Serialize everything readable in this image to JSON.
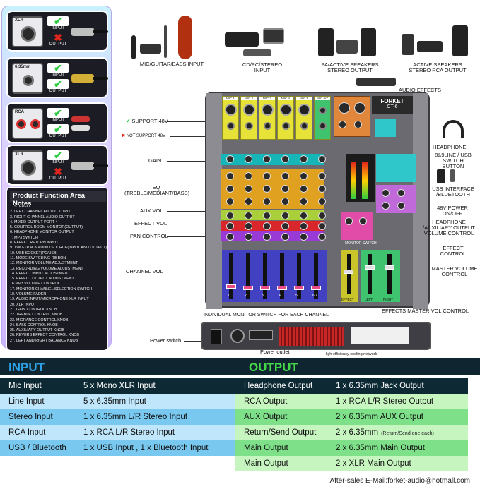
{
  "colors": {
    "input_title": "#2ea0e6",
    "output_title": "#45d94a",
    "spec_header_bg": "#0f2530",
    "row_dark": "#0d2a34",
    "row_blue_light": "#bfe6fa",
    "row_blue_mid": "#78c8f0",
    "row_green_light": "#c6f5c0",
    "row_green_mid": "#7fe08a"
  },
  "sidebar": {
    "connectors": [
      {
        "icon": "xlr-female-connector",
        "tag": "XLR",
        "input_label": "INPUT",
        "output_label": "OUTPUT",
        "input": true,
        "output": false
      },
      {
        "icon": "jack-6-35mm-connector",
        "tag": "6.35mm",
        "input_label": "INPUT",
        "output_label": "OUTPUT",
        "input": true,
        "output": true
      },
      {
        "icon": "rca-connector",
        "tag": "RCA",
        "input_label": "INPUT",
        "output_label": "OUTPUT",
        "input": true,
        "output": true
      },
      {
        "icon": "xlr-male-connector",
        "tag": "XLR",
        "input_label": "INPUT",
        "output_label": "OUTPUT",
        "input": true,
        "output": false
      }
    ],
    "notes_title": "Product Function Area Notes",
    "notes": [
      "1. STEREO",
      "2. LEFT CHANNEL AUDIO OUTPUT",
      "3. RIGHT CHANNEL AUDIO OUTPUT",
      "4. MIXED OUTPUT PORT 4",
      "5. CONTROL ROOM MONITOR(OUTPUT)",
      "6. HEADPHONE MONITOR OUTPUT",
      "7. MP3 SWITCH",
      "8. EFFECT RETURN INPUT",
      "9. TWO-TRACK AUDIO SOURCE(INPUT AND OUTPUT)",
      "10. USB SOCKET(PC/USB)",
      "11. MODE SWITCHING RIBBON",
      "12. MONITOR VOLUME ADJUSTMENT",
      "13. RECORDING VOLUME ADJUSTMENT",
      "14. EFFECT INPUT ADJUSTMENT",
      "15. EFFECT OUTPUT ADJUSTMENT",
      "16.MP3 VOLUME CONTROL",
      "17. MONITOR CHANNEL SELECTION SWITCH",
      "18. VOLUME FADER",
      "19. AUDIO INPUT/MICROPHONE XLR INPUT",
      "20. XLR INPUT",
      "21. GAIN CONTROL KNOB",
      "22. TREBLE CONTROL KNOB",
      "23. MIDRANGE CONTROL KNOB",
      "24. BASS CONTROL KNOB",
      "25. AUXILIARY OUTPUT KNOB",
      "26. REVERB EFFECT CONTROL KNOB",
      "27. LEFT AND RIGHT BALANCE KNOB"
    ]
  },
  "top_labels": {
    "mic_guitar": "MIC/GUITAR/BASS INPUT",
    "cd_pc": "CD/PC/STEREO\nINPUT",
    "pa_active": "PA/ACTIVE SPEAKERS\nSTEREO OUTPUT",
    "active_rca": "ACTIVE SPEAKERS\nSTEREO RCA OUTPUT",
    "audio_effects": "AUDIO EFFECTS"
  },
  "left_callouts": {
    "support_48v": "SUPPORT 48V",
    "not_support_48v": "NOT SUPPORT 48V",
    "gain": "GAIN",
    "eq": "EQ\n(TREBLE/MEDIANT/BASS)",
    "aux_vol": "AUX VOL",
    "effect_vol": "EFFECT VOL",
    "pan_control": "PAN CONTROL",
    "channel_vol": "CHANNEL VOL",
    "power_switch": "Power switch"
  },
  "right_callouts": {
    "headphone": "HEADPHONE",
    "line_usb": "8&9LINE / USB\nSWITCH BUTTON",
    "usb_bt": "USB INTERFACE\n/BLUETOOTH",
    "power_48v": "48V POWER\nON/OFF",
    "headphone_aux": "HEADPHONE\n/AUXILIARY OUTPUT\nVOLUME CONTROL",
    "effect_control": "EFFECT\nCONTROL",
    "master_volume": "MASTER VOLUME\nCONTROL",
    "effects_master": "EFFECTS MASTER VOL CONTROL"
  },
  "mixer": {
    "brand": "FORKET",
    "model": "CT-6",
    "mic_tags": [
      "MIC 1",
      "MIC 2",
      "MIC 3",
      "MIC 4",
      "MIC 5",
      "MIC 6/7"
    ],
    "channel_numbers": [
      "1",
      "2",
      "3",
      "4",
      "5",
      "6/7"
    ],
    "monitor_switch": "MONITOR SWITCH",
    "effect_label": "EFFECT",
    "left_label": "LEFT",
    "right_label": "RIGHT",
    "individual_monitor": "INDIVIDUAL MONITOR SWITCH FOR EACH CHANNEL"
  },
  "rear": {
    "power_outlet": "Power outlet",
    "cooling": "High efficiency cooling network"
  },
  "spec": {
    "input_title": "INPUT",
    "output_title": "OUTPUT",
    "inputs": [
      {
        "name": "Mic Input",
        "value": "5 x Mono XLR Input"
      },
      {
        "name": "Line Input",
        "value": "5 x 6.35mm Input"
      },
      {
        "name": "Stereo Input",
        "value": "1 x 6.35mm L/R Stereo Input"
      },
      {
        "name": "RCA Input",
        "value": "1 x RCA L/R Stereo Input"
      },
      {
        "name": "USB / Bluetooth",
        "value": "1 x USB Input , 1 x Bluetooth Input"
      }
    ],
    "outputs": [
      {
        "name": "Headphone Output",
        "value": "1 x 6.35mm Jack Output",
        "note": ""
      },
      {
        "name": "RCA Output",
        "value": "1 x RCA L/R Stereo Output",
        "note": ""
      },
      {
        "name": "AUX Output",
        "value": "2 x 6.35mm AUX Output",
        "note": ""
      },
      {
        "name": "Return/Send Output",
        "value": "2 x 6.35mm",
        "note": "(Return/Send one each)"
      },
      {
        "name": "Main Output",
        "value": "2 x 6.35mm Main Output",
        "note": ""
      },
      {
        "name": "Main Output",
        "value": "2 x XLR Main Output",
        "note": ""
      }
    ]
  },
  "footer": "After-sales E-Mail:forket-audio@hotmall.com"
}
